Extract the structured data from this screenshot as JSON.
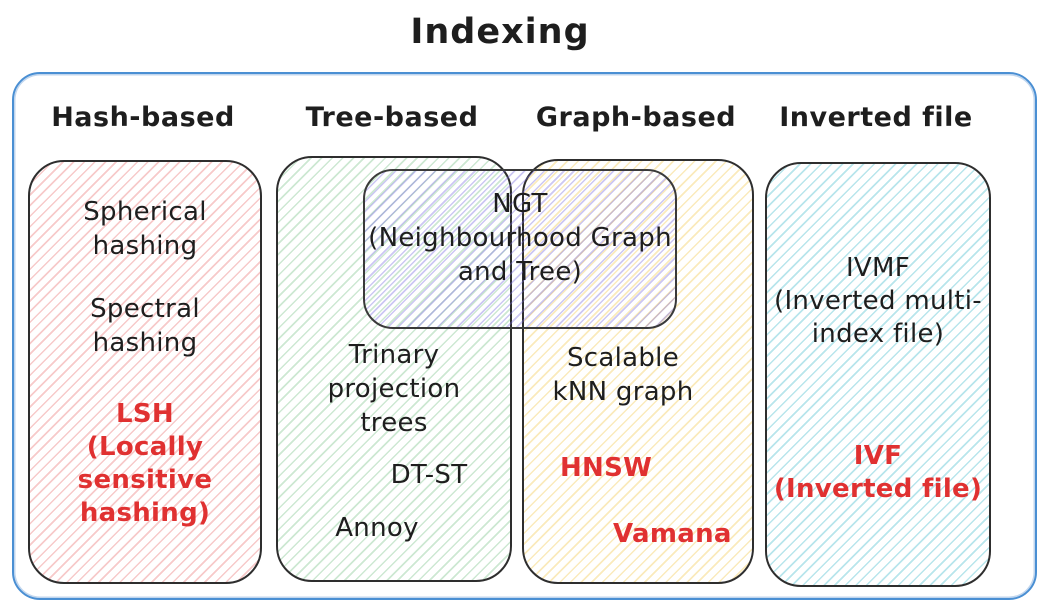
{
  "title": "Indexing",
  "headers": {
    "hash": "Hash-based",
    "tree": "Tree-based",
    "graph": "Graph-based",
    "inverted": "Inverted file"
  },
  "hash": {
    "spherical": "Spherical\nhashing",
    "spectral": "Spectral\nhashing",
    "lsh": "LSH\n(Locally\nsensitive\nhashing)"
  },
  "tree": {
    "trinary": "Trinary\nprojection\ntrees",
    "dtst": "DT-ST",
    "annoy": "Annoy"
  },
  "graph": {
    "scalable": "Scalable\nkNN graph",
    "hnsw": "HNSW",
    "vamana": "Vamana"
  },
  "inverted": {
    "ivmf": "IVMF\n(Inverted multi-\nindex file)",
    "ivf": "IVF\n(Inverted file)"
  },
  "ngt": {
    "label": "NGT\n(Neighbourhood Graph\nand Tree)"
  },
  "colors": {
    "outer_border_blue": "#4a8fd3",
    "text_black": "#1e1e1e",
    "accent_red": "#e03131",
    "hash_hatch_pink": "#eda3a3",
    "tree_hatch_green": "#a4dab1",
    "graph_hatch_yellow": "#f0dc9c",
    "inverted_hatch_cyan": "#9dd6e6",
    "ngt_hatch_violet": "#b5aee8",
    "box_border": "#2e2e2e"
  }
}
